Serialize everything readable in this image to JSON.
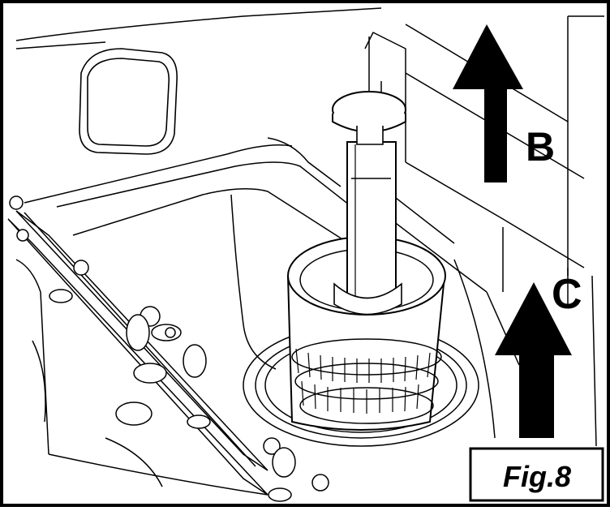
{
  "figure": {
    "label": "Fig.8",
    "arrow_b_label": "B",
    "arrow_c_label": "C",
    "stroke_color": "#000000",
    "background_color": "#ffffff",
    "icons": [
      "arrow-up-icon",
      "arrow-up-icon"
    ]
  }
}
